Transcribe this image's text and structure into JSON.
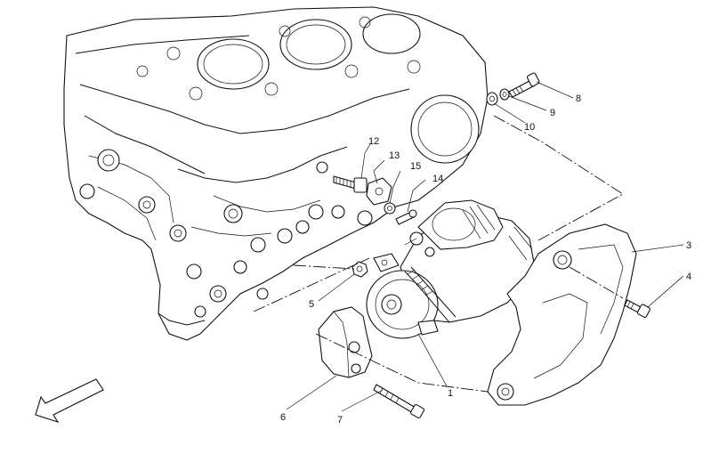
{
  "diagram": {
    "callouts": [
      "1",
      "3",
      "4",
      "5",
      "6",
      "7",
      "8",
      "9",
      "10",
      "12",
      "13",
      "14",
      "15"
    ]
  }
}
